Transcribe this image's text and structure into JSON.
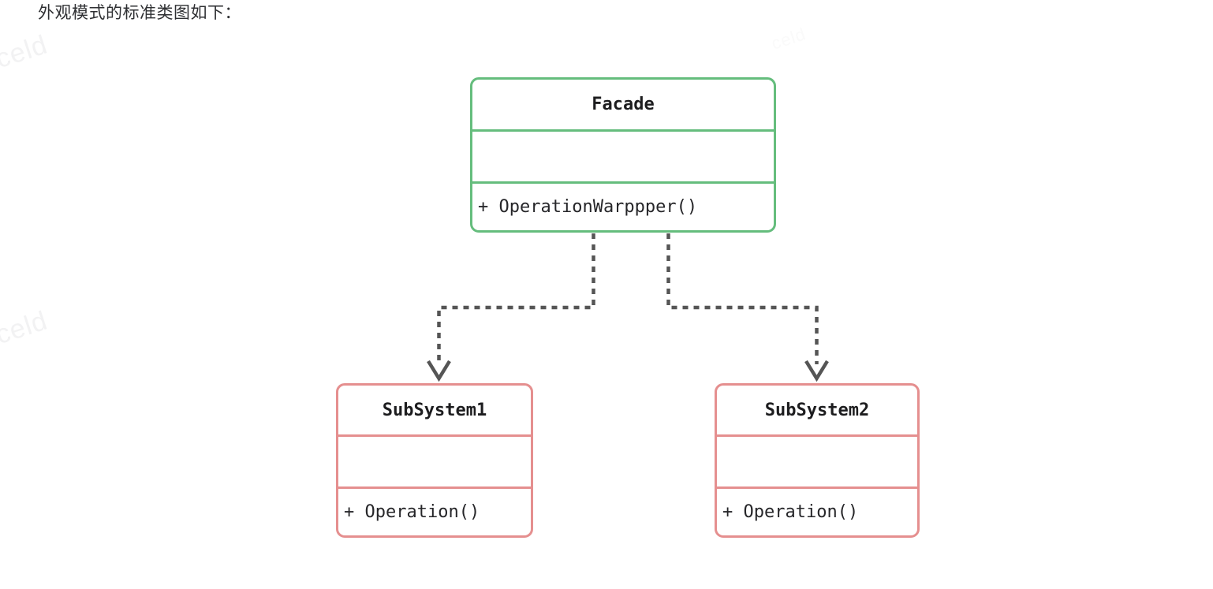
{
  "page": {
    "caption": "外观模式的标准类图如下：",
    "background_color": "#ffffff"
  },
  "watermarks": {
    "text": "celd",
    "color": "#f2f2f3",
    "occurrences": 3
  },
  "diagram": {
    "type": "uml-class-diagram",
    "pattern": "Facade",
    "colors": {
      "facade_border": "#65bd7d",
      "subsystem_border": "#e58f8f",
      "connector": "#555555",
      "text": "#1d1d1f"
    },
    "classes": [
      {
        "id": "facade",
        "name": "Facade",
        "attributes": [],
        "operations": [
          "+ OperationWarppper()"
        ],
        "border_color": "#65bd7d"
      },
      {
        "id": "subsystem1",
        "name": "SubSystem1",
        "attributes": [],
        "operations": [
          "+ Operation()"
        ],
        "border_color": "#e58f8f"
      },
      {
        "id": "subsystem2",
        "name": "SubSystem2",
        "attributes": [],
        "operations": [
          "+ Operation()"
        ],
        "border_color": "#e58f8f"
      }
    ],
    "relations": [
      {
        "from": "facade",
        "to": "subsystem1",
        "style": "dashed",
        "arrow": "open",
        "kind": "dependency"
      },
      {
        "from": "facade",
        "to": "subsystem2",
        "style": "dashed",
        "arrow": "open",
        "kind": "dependency"
      }
    ]
  }
}
